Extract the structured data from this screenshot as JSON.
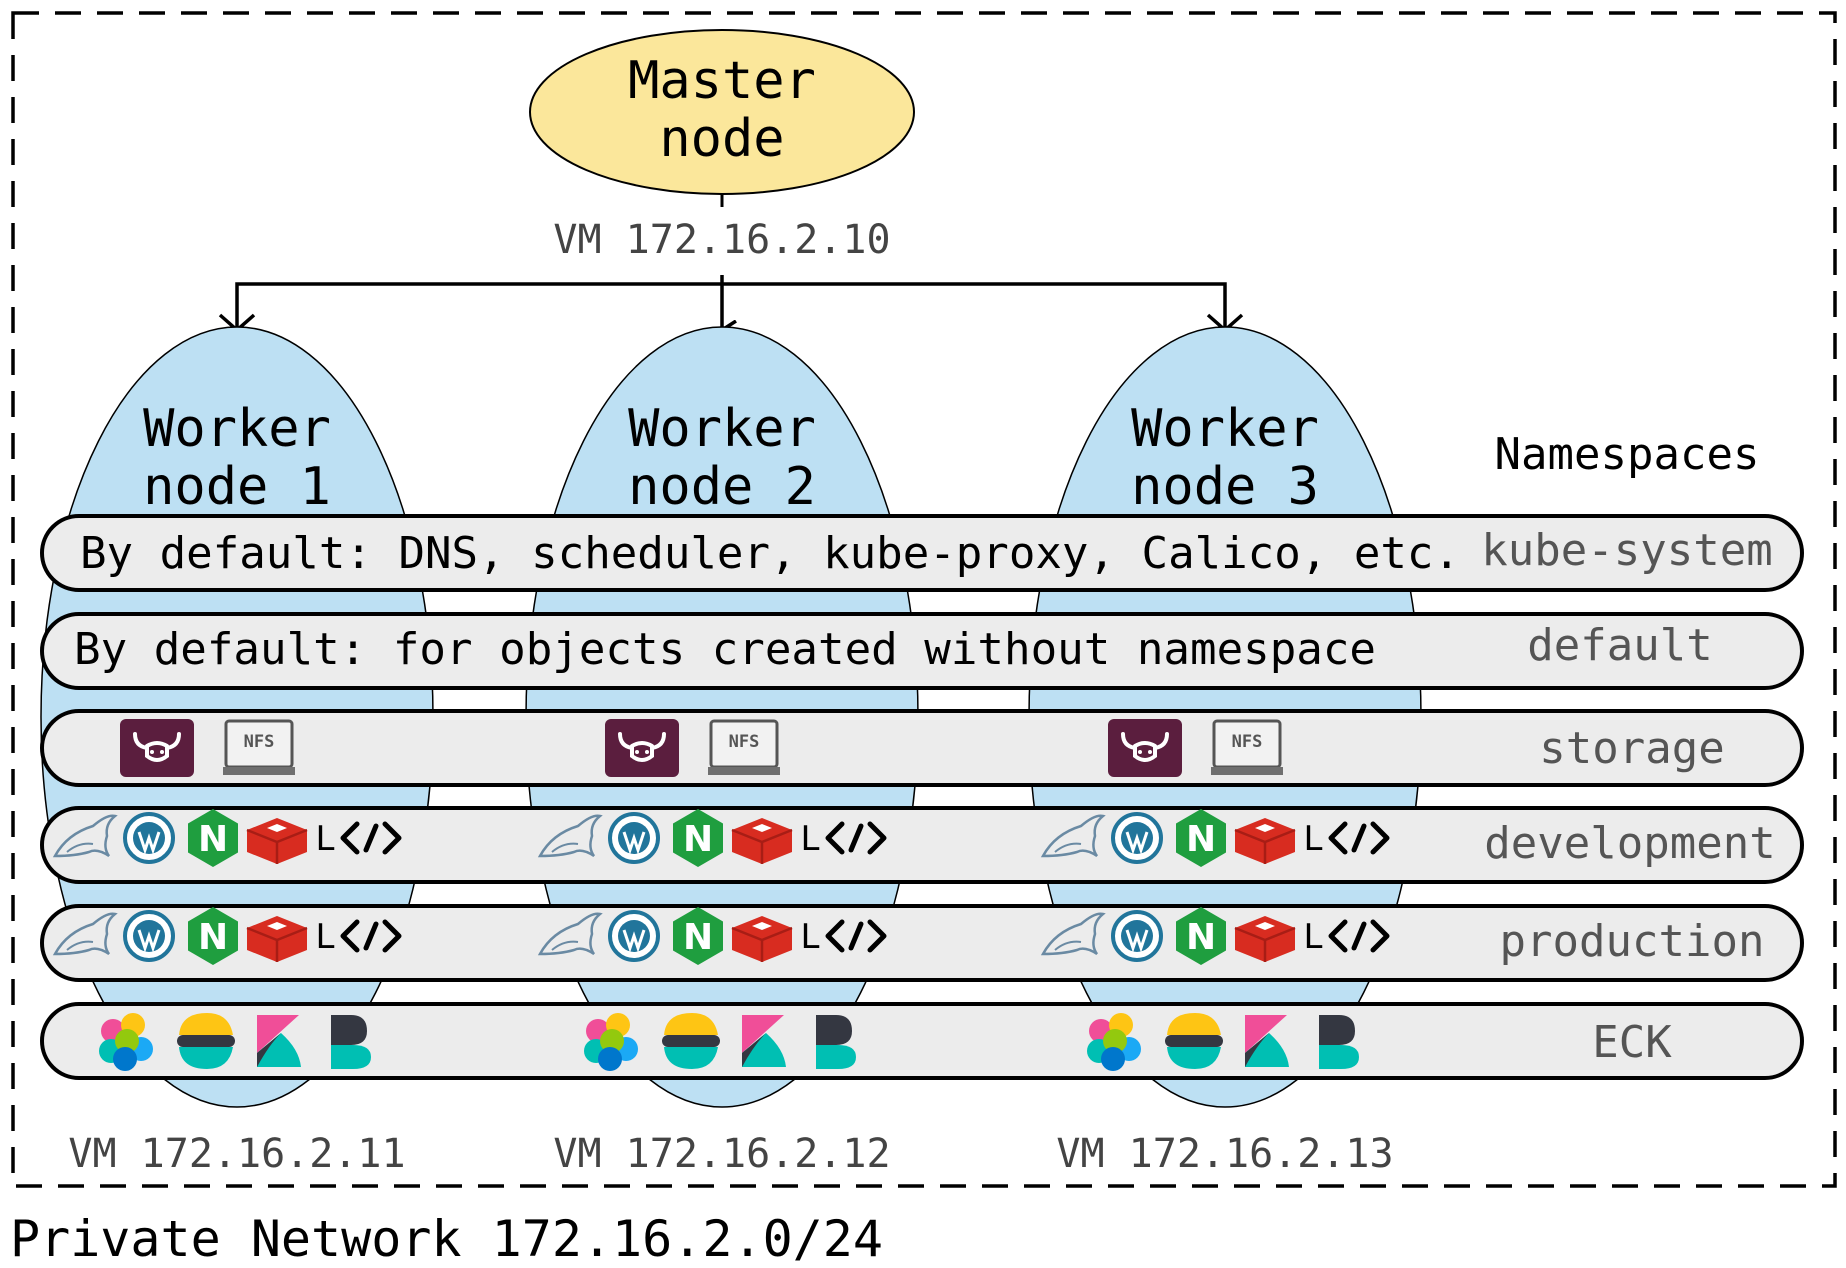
{
  "master": {
    "line1": "Master",
    "line2": "node",
    "ip": "VM 172.16.2.10"
  },
  "workers": [
    {
      "line1": "Worker",
      "line2": "node 1",
      "ip": "VM 172.16.2.11"
    },
    {
      "line1": "Worker",
      "line2": "node 2",
      "ip": "VM 172.16.2.12"
    },
    {
      "line1": "Worker",
      "line2": "node 3",
      "ip": "VM 172.16.2.13"
    }
  ],
  "namespaces_heading": "Namespaces",
  "namespaces": [
    {
      "name": "kube-system",
      "description": "By default: DNS, scheduler, kube-proxy, Calico, etc."
    },
    {
      "name": "default",
      "description": "By default: for objects created without namespace"
    },
    {
      "name": "storage",
      "description": ""
    },
    {
      "name": "development",
      "description": ""
    },
    {
      "name": "production",
      "description": ""
    },
    {
      "name": "ECK",
      "description": ""
    }
  ],
  "storage_icons": [
    "vault-icon",
    "nfs-server-icon"
  ],
  "nfs_label": "NFS",
  "app_icons": [
    "mysql-dolphin-icon",
    "wordpress-icon",
    "nginx-icon",
    "redis-icon",
    "l-code-icon"
  ],
  "l_code_letter": "L",
  "nginx_letter": "N",
  "eck_icons": [
    "elastic-cluster-icon",
    "elasticsearch-icon",
    "kibana-icon",
    "beats-icon"
  ],
  "network_label": "Private Network 172.16.2.0/24",
  "colors": {
    "master_fill": "#fbe79b",
    "worker_fill": "#bde0f3",
    "band_fill": "#ececec",
    "outline": "#000000",
    "namespace_text": "#555555",
    "vault": "#5b1e3e",
    "nginx": "#1f9e3f",
    "redis": "#d82c20",
    "wordpress": "#21759b"
  }
}
